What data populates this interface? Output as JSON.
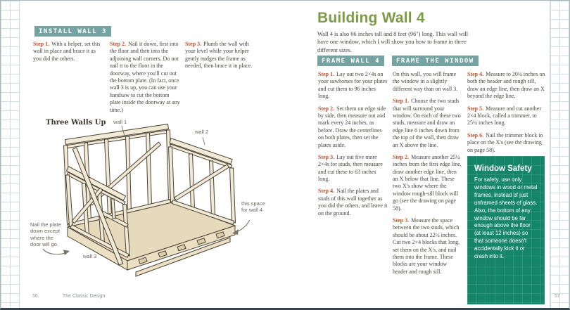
{
  "left_page": {
    "section_heading": "INSTALL WALL 3",
    "steps": [
      {
        "label": "Step 1.",
        "text": "With a helper, set this wall in place and brace it as you did the others."
      },
      {
        "label": "Step 2.",
        "text": "Nail it down, first into the floor and then into the adjoining wall corners. Do not nail it to the floor in the doorway, where you'll cut out the bottom plate. (In fact, once wall 3 is up, you can use your handsaw to cut the bottom plate inside the doorway at any time.)"
      },
      {
        "label": "Step 3.",
        "text": "Plumb the wall with your level while your helper gently nudges the frame as needed, then brace it in place."
      }
    ],
    "figure": {
      "title": "Three Walls Up",
      "labels": {
        "wall1": "wall 1",
        "wall2": "wall 2",
        "wall3": "wall 3",
        "space": "this space\nfor wall 4",
        "nail_note": "Nail the plate\ndown except\nwhere the\ndoor will go."
      }
    },
    "footer": {
      "page_number": "56",
      "chapter": "The Classic Design"
    }
  },
  "right_page": {
    "title": "Building Wall 4",
    "intro": "Wall 4 is also 66 inches tall and 8 feet (96\") long. This wall will have one window, which I will show you how to frame in three different sizes.",
    "frame_wall": {
      "heading": "FRAME WALL 4",
      "steps": [
        {
          "label": "Step 1.",
          "text": "Lay out two 2×4s on your sawhorses for your plates and cut them to 96 inches long."
        },
        {
          "label": "Step 2.",
          "text": "Set them on edge side by side, then measure out and mark every 24 inches, as before. Draw the centerlines on both plates, then set the plates aside."
        },
        {
          "label": "Step 3.",
          "text": "Lay out five more 2×4s for studs, then measure and cut these to 63 inches long."
        },
        {
          "label": "Step 4.",
          "text": "Nail the plates and studs of this wall together as you did the others, and leave it on the ground."
        }
      ]
    },
    "frame_window": {
      "heading": "FRAME THE WINDOW",
      "intro": "On this wall, you will frame the window in a slightly different way than on wall 3.",
      "steps": [
        {
          "label": "Step 1.",
          "text": "Choose the two studs that will surround your window. On each of these two studs, measure and draw an edge line 6 inches down from the top of the wall, then draw an X above the line."
        },
        {
          "label": "Step 2.",
          "text": "Measure another 25¼ inches from the first edge line, draw another edge line, then an X below that line. These two X's show where the window rough-sill block will go (see the drawing on page 58)."
        },
        {
          "label": "Step 3.",
          "text": "Measure the space between the two studs, which should be about 22½ inches. Cut two 2×4 blocks that long, set them on the X's, and nail them into the frame. These blocks are your window header and rough sill."
        }
      ],
      "steps_cont": [
        {
          "label": "Step 4.",
          "text": "Measure to 20¼ inches on both the header and rough sill, draw an edge line, then draw an X beyond the edge line."
        },
        {
          "label": "Step 5.",
          "text": "Measure and cut another 2×4 block, called a trimmer, to 25¼ inches long."
        },
        {
          "label": "Step 6.",
          "text": "Nail the trimmer block in place on the X's (see the drawing on page 58)."
        }
      ]
    },
    "safety_box": {
      "title": "Window Safety",
      "text": "For safety, use only windows in wood or metal frames, instead of just unframed sheets of glass. Also, the bottom of any window should be far enough above the floor (at least 12 inches) so that someone doesn't accidentally kick it or crash into it."
    },
    "footer": {
      "page_number": "57"
    }
  },
  "colors": {
    "accent_teal": "#74a3a1",
    "accent_green": "#7d9b45",
    "step_orange": "#c2512c",
    "safety_green": "#15856a",
    "grid_line": "#cfdede"
  }
}
